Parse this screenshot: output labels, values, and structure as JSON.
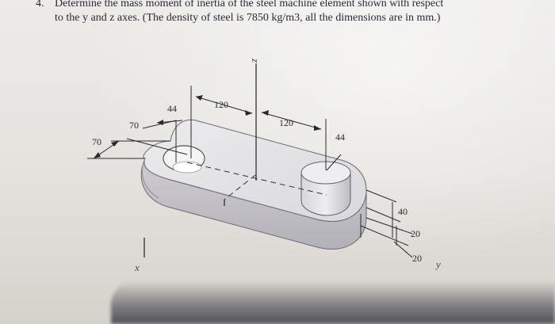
{
  "problem": {
    "number": "4.",
    "line1": "Determine the mass moment of inertia of the steel machine element shown with respect",
    "line2": "to the y and z axes. (The density of steel is 7850 kg/m3, all the dimensions are in mm.)"
  },
  "dimensions": {
    "d44_left": "44",
    "d120_left": "120",
    "d70_upper": "70",
    "d120_right": "120",
    "d70_lower": "70",
    "d44_right": "44",
    "d40": "40",
    "d20_upper": "20",
    "d20_lower": "20"
  },
  "axes": {
    "z": "z",
    "x": "x",
    "y": "y"
  }
}
